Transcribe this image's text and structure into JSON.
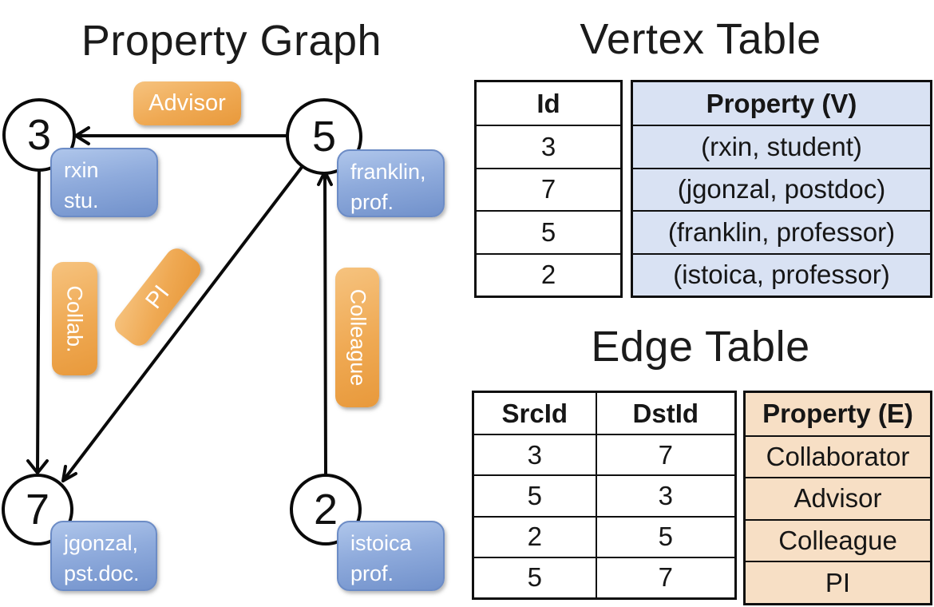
{
  "graph": {
    "title": "Property Graph",
    "nodes": {
      "n3": {
        "id": "3",
        "line1": "rxin",
        "line2": "stu."
      },
      "n5": {
        "id": "5",
        "line1": "franklin,",
        "line2": "prof."
      },
      "n7": {
        "id": "7",
        "line1": "jgonzal,",
        "line2": "pst.doc."
      },
      "n2": {
        "id": "2",
        "line1": "istoica",
        "line2": "prof."
      }
    },
    "edge_labels": {
      "advisor": "Advisor",
      "collab": "Collab.",
      "pi": "PI",
      "colleague": "Colleague"
    }
  },
  "vertex_table": {
    "title": "Vertex Table",
    "columns": {
      "id": "Id",
      "property": "Property (V)"
    },
    "rows": [
      {
        "id": "3",
        "property": "(rxin, student)"
      },
      {
        "id": "7",
        "property": "(jgonzal, postdoc)"
      },
      {
        "id": "5",
        "property": "(franklin, professor)"
      },
      {
        "id": "2",
        "property": "(istoica, professor)"
      }
    ]
  },
  "edge_table": {
    "title": "Edge Table",
    "columns": {
      "src": "SrcId",
      "dst": "DstId",
      "property": "Property (E)"
    },
    "rows": [
      {
        "src": "3",
        "dst": "7",
        "property": "Collaborator"
      },
      {
        "src": "5",
        "dst": "3",
        "property": "Advisor"
      },
      {
        "src": "2",
        "dst": "5",
        "property": "Colleague"
      },
      {
        "src": "5",
        "dst": "7",
        "property": "PI"
      }
    ]
  },
  "colors": {
    "edge_label_orange_top": "#F6C37F",
    "edge_label_orange_bottom": "#E8993B",
    "vertex_box_blue_top": "#AFC6EB",
    "vertex_box_blue_bottom": "#7191CB",
    "vertex_table_fill": "#D9E2F3",
    "edge_table_fill": "#F7DFC5",
    "line_black": "#0A0A0A"
  }
}
